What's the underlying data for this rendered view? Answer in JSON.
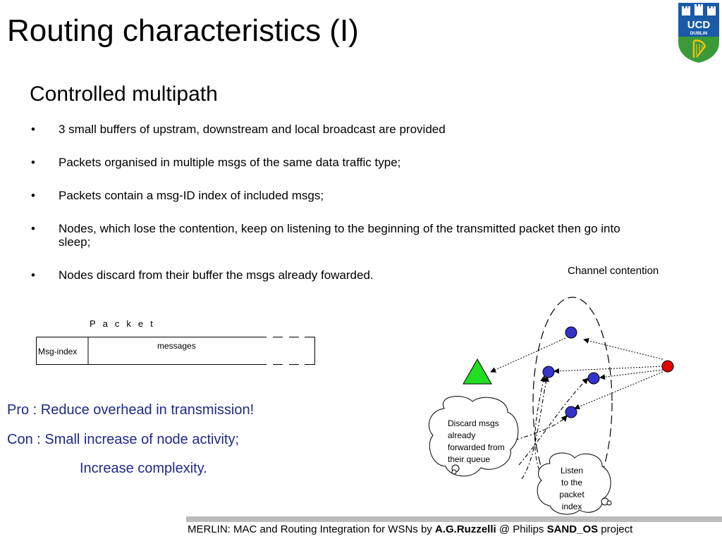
{
  "slide": {
    "title": "Routing characteristics (I)",
    "subtitle": "Controlled multipath",
    "bullets": [
      "3 small buffers of upstram, downstream and local broadcast are provided",
      "Packets organised in  multiple msgs of the same data traffic type;",
      "Packets contain a msg-ID index of included msgs;",
      "Nodes, which lose the contention, keep on listening to the beginning of the transmitted packet then go into sleep;",
      "Nodes discard from their buffer the msgs already fowarded."
    ],
    "pro": "Pro : Reduce overhead in transmission!",
    "con": "Con : Small increase of node activity;",
    "con2": "Increase complexity.",
    "packet": {
      "label": "Packet",
      "msg_index": "Msg-index",
      "messages": "messages"
    },
    "diagram": {
      "channel_label": "Channel contention",
      "discard_bubble": [
        "Discard msgs",
        "already",
        "forwarded from",
        "their queue"
      ],
      "listen_bubble": [
        "Listen",
        "to the",
        "packet",
        "index"
      ]
    },
    "footer": {
      "prefix": "MERLIN: MAC and Routing Integration for WSNs by ",
      "author": "A.G.Ruzzelli",
      "at": " @ Philips ",
      "project_name": "SAND_OS",
      "suffix": " project"
    },
    "logo": {
      "line1": "UCD",
      "line2": "DUBLIN"
    },
    "colors": {
      "pro_con_text": "#1c2a8c",
      "node_blue": "#3333cc",
      "node_red": "#e60000",
      "sink_green": "#22dd22",
      "logo_blue": "#1a5aa8",
      "logo_green": "#3a9a3a",
      "logo_yellow": "#f2c10e"
    }
  }
}
